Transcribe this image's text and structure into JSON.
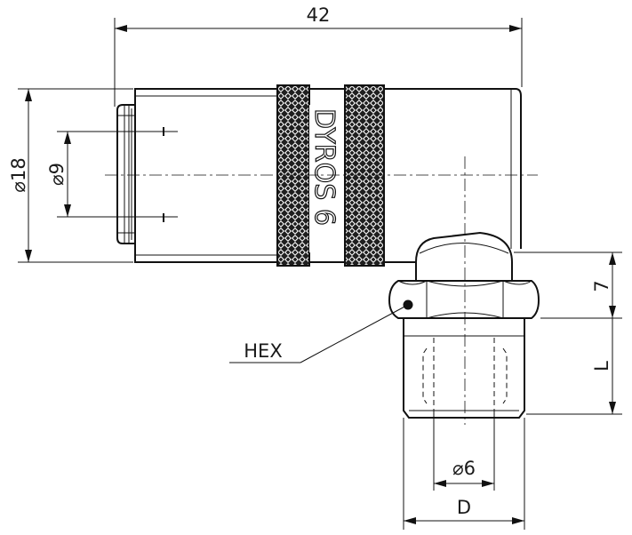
{
  "drawing": {
    "dimensions": {
      "overall_length": "42",
      "outer_diameter": "⌀18",
      "bore_diameter": "⌀9",
      "hex_height": "7",
      "thread_length": "L",
      "port_diameter": "⌀6",
      "thread_size": "D"
    },
    "callouts": {
      "hex": "HEX"
    },
    "marking": {
      "brand": "DYROS 6"
    },
    "colors": {
      "line": "#111111",
      "knurl": "#1f1f1f",
      "background": "#ffffff"
    }
  }
}
